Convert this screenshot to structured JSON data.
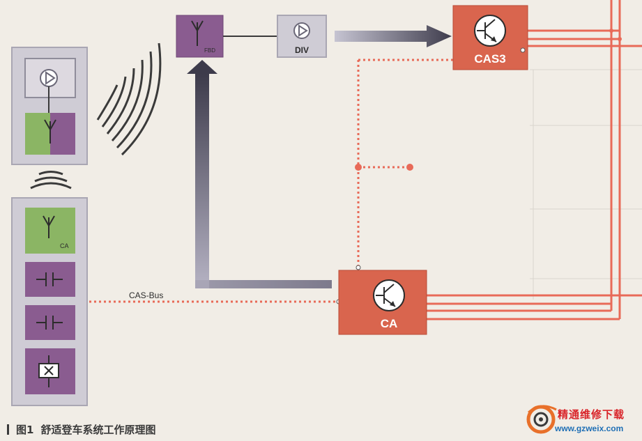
{
  "diagram": {
    "fbd_label": "FBD",
    "div_label": "DIV",
    "cas3_label": "CAS3",
    "ca_unit_label": "CA",
    "ca_key_label": "CA",
    "casbus_label": "CAS-Bus"
  },
  "colors": {
    "purple": "#8a5c90",
    "green": "#8bb564",
    "red": "#d9654e",
    "wire": "#e86a58",
    "grey_box": "#cfccd5"
  },
  "icons": [
    "antenna-icon",
    "amplifier-icon",
    "transistor-icon",
    "capacitor-icon",
    "crystal-icon",
    "radio-wave-icon"
  ],
  "caption": {
    "figure": "图1",
    "title": "舒适登车系统工作原理图"
  },
  "watermark": {
    "name": "精通维修下载",
    "url": "www.gzweix.com"
  }
}
